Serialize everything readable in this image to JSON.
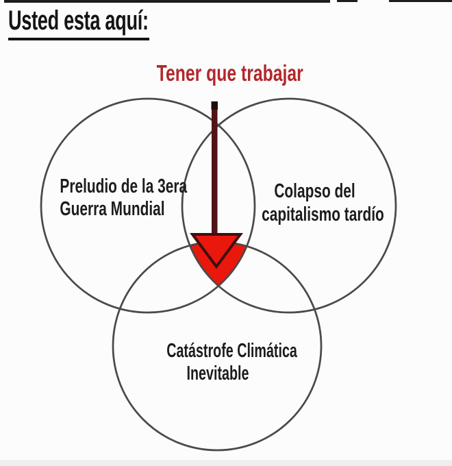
{
  "page": {
    "title": "Usted esta aquí:",
    "background_color": "#fcfcfc",
    "bottom_strip_color": "#eeeeee",
    "title_color": "#141414"
  },
  "diagram": {
    "type": "venn-3-circles",
    "pointer_label": {
      "text": "Tener que trabajar",
      "color": "#b2282c"
    },
    "arrow": {
      "direction": "down",
      "shaft_color": "#4f1517",
      "head_fill": "#ea170d",
      "head_outline": "#400f0e"
    },
    "center_fill": "#ea170d",
    "circle_stroke": "#4a4a4a",
    "label_color": "#1c1c1c",
    "circles": [
      {
        "id": "left",
        "label_lines": [
          "Preludio de la 3era",
          "Guerra Mundial"
        ]
      },
      {
        "id": "right",
        "label_lines": [
          "Colapso del",
          "capitalismo tardío"
        ]
      },
      {
        "id": "bottom",
        "label_lines": [
          "Catástrofe Climática",
          "Inevitable"
        ]
      }
    ]
  }
}
